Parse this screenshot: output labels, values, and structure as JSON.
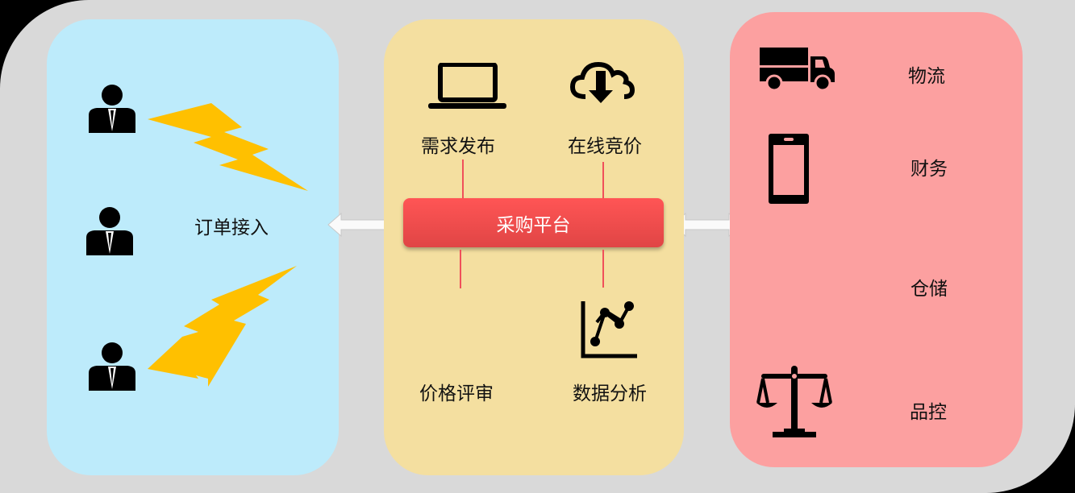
{
  "left_panel": {
    "label": "订单接入",
    "icons": [
      "person-icon",
      "person-icon",
      "person-icon",
      "lightning-icon",
      "lightning-icon"
    ]
  },
  "center_panel": {
    "platform_label": "采购平台",
    "items": [
      {
        "label": "需求发布",
        "icon": "laptop-icon"
      },
      {
        "label": "在线竞价",
        "icon": "cloud-download-icon"
      },
      {
        "label": "价格评审",
        "icon": ""
      },
      {
        "label": "数据分析",
        "icon": "line-chart-icon"
      }
    ]
  },
  "right_panel": {
    "items": [
      {
        "label": "物流",
        "icon": "truck-icon"
      },
      {
        "label": "财务",
        "icon": "phone-icon"
      },
      {
        "label": "仓储",
        "icon": ""
      },
      {
        "label": "品控",
        "icon": "scale-icon"
      }
    ]
  },
  "colors": {
    "left": "#bdebfb",
    "center": "#f4dfa0",
    "right": "#fca0a0",
    "platform": "#ff5050",
    "connector": "#f0505a"
  }
}
